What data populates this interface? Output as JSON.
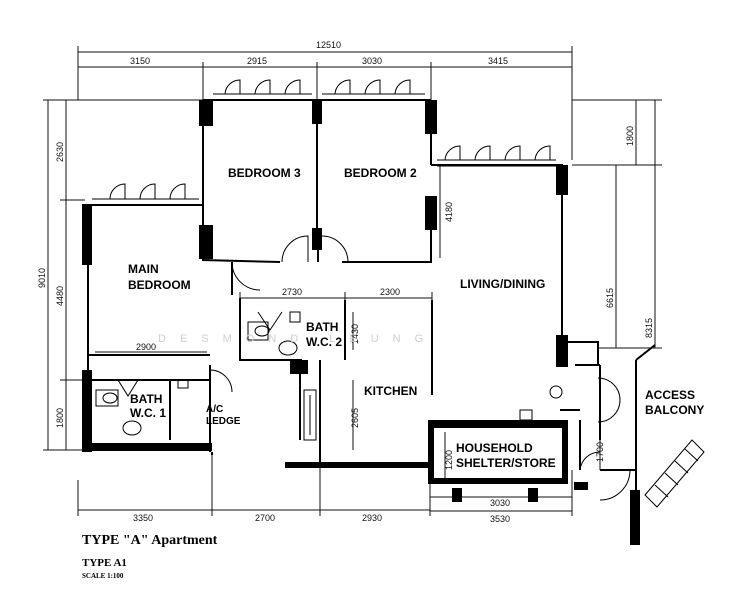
{
  "dimensions": {
    "overall_top": "12510",
    "top": [
      "3150",
      "2915",
      "3030",
      "3415"
    ],
    "left": [
      "2630",
      "9010",
      "4480",
      "1800"
    ],
    "right": [
      "1800",
      "6615",
      "8315"
    ],
    "bottom": [
      "3350",
      "2700",
      "2930",
      "3530",
      "3030"
    ],
    "interior": [
      "2730",
      "2300",
      "4180",
      "1430",
      "2605",
      "2900",
      "1200",
      "1700"
    ]
  },
  "rooms": {
    "bedroom3": "BEDROOM 3",
    "bedroom2": "BEDROOM 2",
    "main_bedroom": [
      "MAIN",
      "BEDROOM"
    ],
    "living_dining": "LIVING/DINING",
    "bath2": [
      "BATH",
      "W.C. 2"
    ],
    "kitchen": "KITCHEN",
    "bath1": [
      "BATH",
      "W.C. 1"
    ],
    "ac_ledge": [
      "A/C",
      "LEDGE"
    ],
    "shelter": [
      "HOUSEHOLD",
      "SHELTER/STORE"
    ],
    "access_balcony": [
      "ACCESS",
      "BALCONY"
    ]
  },
  "watermark": "DESMOND LEUNG",
  "caption": {
    "type_line": "TYPE \"A\" Apartment",
    "subtype": "TYPE A1",
    "scale": "SCALE 1:100"
  }
}
